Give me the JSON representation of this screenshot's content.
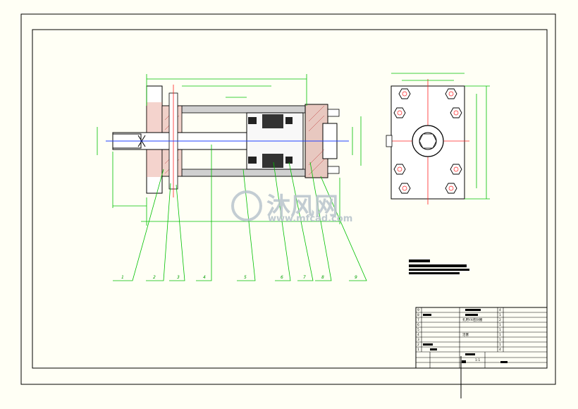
{
  "watermark": {
    "brand": "沐风网",
    "url": "www.mfcad.com"
  },
  "part_labels": [
    "1",
    "2",
    "3",
    "4",
    "5",
    "6",
    "7",
    "8",
    "9"
  ],
  "title_block": {
    "rows": [
      {
        "no": "9",
        "qty": "4"
      },
      {
        "no": "8",
        "qty": "1"
      },
      {
        "no": "7",
        "name": "孔用YX密封圈",
        "qty": "2"
      },
      {
        "no": "6",
        "qty": "1"
      },
      {
        "no": "5",
        "qty": "1"
      },
      {
        "no": "4",
        "name": "活塞",
        "qty": "1"
      },
      {
        "no": "3",
        "qty": "1"
      },
      {
        "no": "2",
        "qty": "1"
      },
      {
        "no": "1",
        "qty": "4"
      }
    ],
    "scale": "1:1"
  }
}
